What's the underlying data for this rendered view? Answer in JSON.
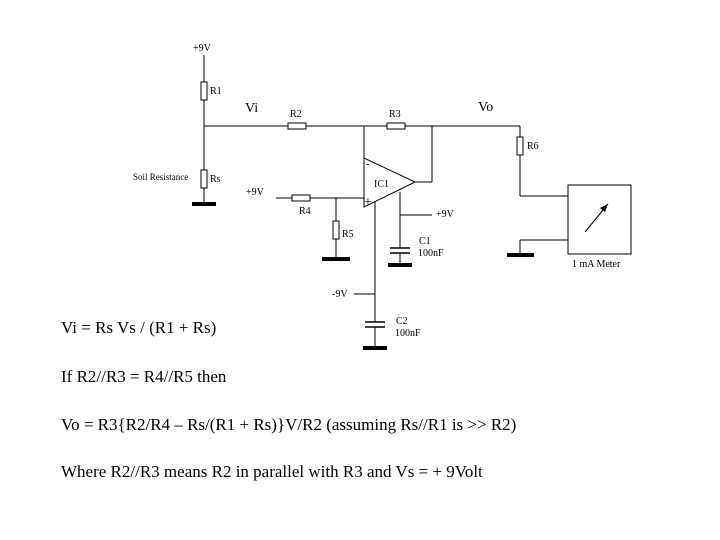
{
  "labels": {
    "plus9v_top": "+9V",
    "r1": "R1",
    "vi": "Vi",
    "r2": "R2",
    "r3": "R3",
    "vo": "Vo",
    "r6": "R6",
    "soil_resistance": "Soil Resistance",
    "rs": "Rs",
    "plus9v_left": "+9V",
    "ic1": "IC1",
    "minus_sign": "-",
    "plus_sign": "+",
    "r4": "R4",
    "plus9v_right": "+9V",
    "r5": "R5",
    "c1": "C1",
    "c1_value": "100nF",
    "meter": "1 mA Meter",
    "minus9v": "-9V",
    "c2": "C2",
    "c2_value": "100nF"
  },
  "equations": {
    "vi": "Vi = Rs Vs / (R1 + Rs)",
    "condition": "If R2//R3 = R4//R5 then",
    "vo": "Vo = R3{R2/R4 – Rs/(R1 + Rs)}V/R2  (assuming Rs//R1 is >> R2)",
    "note": "Where R2//R3 means R2 in parallel with R3  and Vs = + 9Volt"
  }
}
